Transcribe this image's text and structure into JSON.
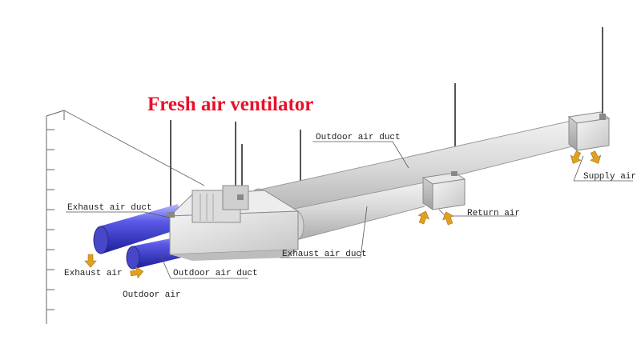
{
  "title": "Fresh air ventilator",
  "labels": {
    "outdoor_air_duct_top": "Outdoor air duct",
    "exhaust_air_duct_left": "Exhaust air duct",
    "exhaust_air_duct_mid": "Exhaust air duct",
    "outdoor_air_duct_bottom": "Outdoor air duct",
    "exhaust_air": "Exhaust air",
    "outdoor_air": "Outdoor air",
    "return_air": "Return air",
    "supply_air": "Supply air"
  },
  "colors": {
    "title": "#e8102a",
    "arrow": "#e0a020",
    "blue_duct": "#3a3ad0",
    "grey_duct": "#cfcfcf"
  },
  "icons": [
    "airflow-arrow-icon"
  ]
}
